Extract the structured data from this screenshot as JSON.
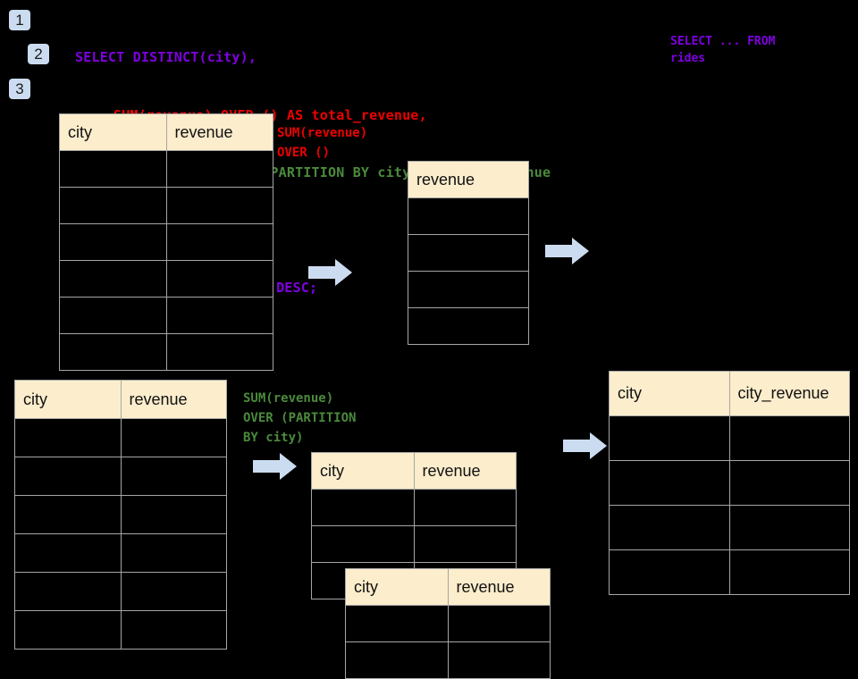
{
  "page": {
    "background": "#000000",
    "header_fill": "#fcedcc",
    "border_color": "#a6a6a6",
    "badge_fill": "#ccdcf0",
    "arrow_fill": "#ccdcf0",
    "accent_purple": "#7f00e0",
    "accent_red": "#ee0000",
    "accent_green": "#4b8a3c"
  },
  "badges": [
    {
      "label": "1"
    },
    {
      "label": "2"
    },
    {
      "label": "3"
    }
  ],
  "sql": {
    "lines": [
      {
        "text": "SELECT DISTINCT(city),",
        "color": "purple",
        "indent": "none"
      },
      {
        "text": "SUM(revenue) OVER () AS total_revenue,",
        "color": "red",
        "indent": "large"
      },
      {
        "text": "SUM(revenue) OVER (PARTITION BY city) as city_revenue",
        "color": "green",
        "indent": "large"
      },
      {
        "text": "FROM rides",
        "color": "purple",
        "indent": "small"
      },
      {
        "text": "ORDER by city_revenue DESC;",
        "color": "purple",
        "indent": "small"
      }
    ]
  },
  "sql_note": {
    "text": "SELECT ... FROM\nrides",
    "color": "purple"
  },
  "annotations": [
    {
      "name": "sum-over-empty",
      "text": "SUM(revenue)\nOVER ()",
      "color": "red"
    },
    {
      "name": "sum-over-partition",
      "text": "SUM(revenue)\nOVER (PARTITION\nBY city)",
      "color": "green"
    }
  ],
  "tables": [
    {
      "name": "rides-source-table",
      "headers": [
        "city",
        "revenue"
      ],
      "row_count": 6,
      "rows": [
        [
          "",
          ""
        ],
        [
          "",
          ""
        ],
        [
          "",
          ""
        ],
        [
          "",
          ""
        ],
        [
          "",
          ""
        ],
        [
          "",
          ""
        ]
      ]
    },
    {
      "name": "total-revenue-table",
      "headers": [
        "revenue"
      ],
      "row_count": 4,
      "rows": [
        [
          ""
        ],
        [
          ""
        ],
        [
          ""
        ],
        [
          ""
        ]
      ]
    },
    {
      "name": "rides-partition-source-table",
      "headers": [
        "city",
        "revenue"
      ],
      "row_count": 6,
      "rows": [
        [
          "",
          ""
        ],
        [
          "",
          ""
        ],
        [
          "",
          ""
        ],
        [
          "",
          ""
        ],
        [
          "",
          ""
        ],
        [
          "",
          ""
        ]
      ]
    },
    {
      "name": "partition-group-table-a",
      "headers": [
        "city",
        "revenue"
      ],
      "row_count": 3,
      "rows": [
        [
          "",
          ""
        ],
        [
          "",
          ""
        ],
        [
          "",
          ""
        ]
      ]
    },
    {
      "name": "partition-group-table-b",
      "headers": [
        "city",
        "revenue"
      ],
      "row_count": 2,
      "rows": [
        [
          "",
          ""
        ],
        [
          "",
          ""
        ]
      ]
    },
    {
      "name": "city-revenue-result-table",
      "headers": [
        "city",
        "city_revenue"
      ],
      "row_count": 4,
      "rows": [
        [
          "",
          ""
        ],
        [
          "",
          ""
        ],
        [
          "",
          ""
        ],
        [
          "",
          ""
        ]
      ]
    }
  ],
  "arrows": [
    {
      "name": "arrow-source-to-total"
    },
    {
      "name": "arrow-total-to-result"
    },
    {
      "name": "arrow-source-to-partitions"
    },
    {
      "name": "arrow-partitions-to-result"
    }
  ]
}
